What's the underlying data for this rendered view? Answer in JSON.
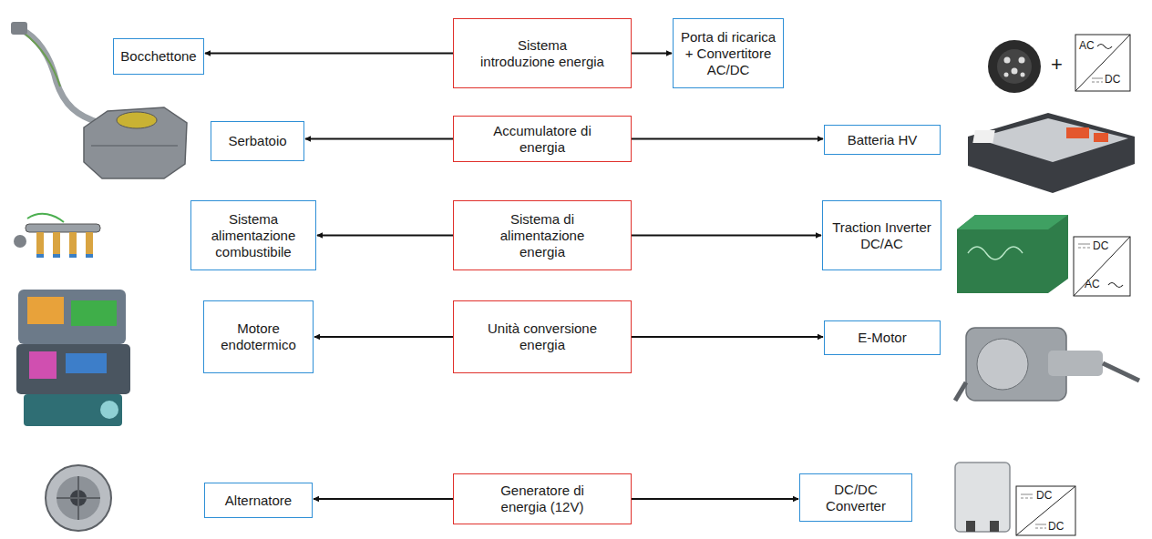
{
  "diagram": {
    "nodes": [
      {
        "text": [
          "Bocchettone"
        ]
      },
      {
        "text": [
          "Sistema introduzione energia"
        ]
      },
      {
        "text": [
          "Porta di ricarica + Convertitore AC/DC"
        ]
      },
      {
        "text": [
          "Serbatoio"
        ]
      },
      {
        "text": [
          "Accumulatore di energia"
        ]
      },
      {
        "text": [
          "Batteria HV"
        ]
      },
      {
        "text": [
          "Sistema alimentazione combustibile"
        ]
      },
      {
        "text": [
          "Sistema di alimentazione energia"
        ]
      },
      {
        "text": [
          "Traction Inverter DC/AC"
        ]
      },
      {
        "text": [
          "Motore endotermico"
        ]
      },
      {
        "text": [
          "Unità conversione energia"
        ]
      },
      {
        "text": [
          "E-Motor"
        ]
      },
      {
        "text": [
          "Alternatore"
        ]
      },
      {
        "text": [
          "Generatore di energia (12V)"
        ]
      },
      {
        "text": [
          "DC/DC Converter"
        ]
      }
    ],
    "edges": [
      {
        "from": 1,
        "to": 0,
        "arrow": "to"
      },
      {
        "from": 1,
        "to": 2,
        "arrow": "to"
      },
      {
        "from": 4,
        "to": 3,
        "arrow": "to"
      },
      {
        "from": 4,
        "to": 5,
        "arrow": "to"
      },
      {
        "from": 7,
        "to": 6,
        "arrow": "to"
      },
      {
        "from": 7,
        "to": 8,
        "arrow": "to"
      },
      {
        "from": 10,
        "to": 9,
        "arrow": "to"
      },
      {
        "from": 10,
        "to": 11,
        "arrow": "to"
      },
      {
        "from": 13,
        "to": 12,
        "arrow": "to"
      },
      {
        "from": 13,
        "to": 14,
        "arrow": "to"
      }
    ],
    "labels": [
      "+",
      "AC",
      "DC",
      "DC",
      "AC",
      "DC",
      "DC"
    ]
  }
}
